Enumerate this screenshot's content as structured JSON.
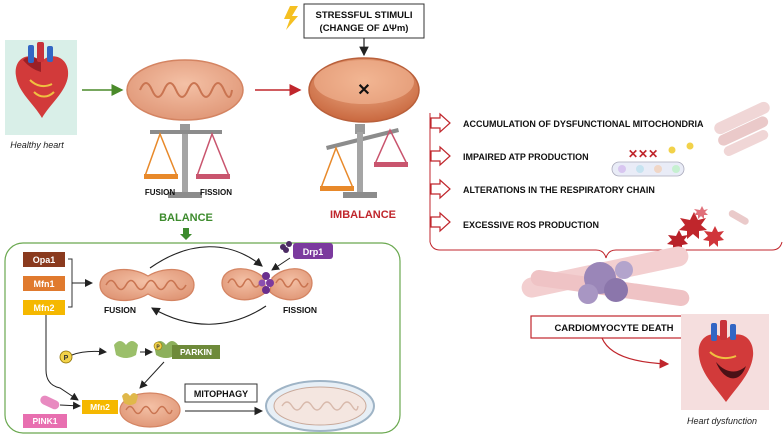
{
  "labels": {
    "healthy_heart": "Healthy heart",
    "stress_line1": "STRESSFUL STIMULI",
    "stress_line2": "(CHANGE OF ΔΨm)",
    "fusion": "FUSION",
    "fission": "FISSION",
    "balance": "BALANCE",
    "imbalance": "IMBALANCE",
    "opa1": "Opa1",
    "mfn1": "Mfn1",
    "mfn2": "Mfn2",
    "drp1": "Drp1",
    "fusion_lower": "FUSION",
    "fission_lower": "FISSION",
    "parkin": "PARKIN",
    "p_label": "P",
    "p_label2": "P",
    "mfn2_small": "Mfn2",
    "pink1": "PINK1",
    "mitophagy": "MITOPHAGY",
    "cardiomyocyte_death": "CARDIOMYOCYTE DEATH",
    "heart_dysfunction": "Heart dysfunction",
    "x_mark": "✕"
  },
  "consequences": [
    "ACCUMULATION OF DYSFUNCTIONAL MITOCHONDRIA",
    "IMPAIRED ATP PRODUCTION",
    "ALTERATIONS IN THE RESPIRATORY CHAIN",
    "EXCESSIVE ROS PRODUCTION"
  ],
  "colors": {
    "green_arrow": "#4a8a2a",
    "red": "#c0262c",
    "balance_green": "#3d8b2d",
    "opa1": "#8a3a1e",
    "mfn1": "#e07a2e",
    "mfn2": "#f5b800",
    "drp1": "#7b3a9e",
    "parkin": "#6e8a3a",
    "pink1": "#e86fb0",
    "mito": "#e9a98a",
    "mito_dark": "#d9805c",
    "pan_orange": "#e8892a",
    "pan_pink": "#c9556e"
  }
}
